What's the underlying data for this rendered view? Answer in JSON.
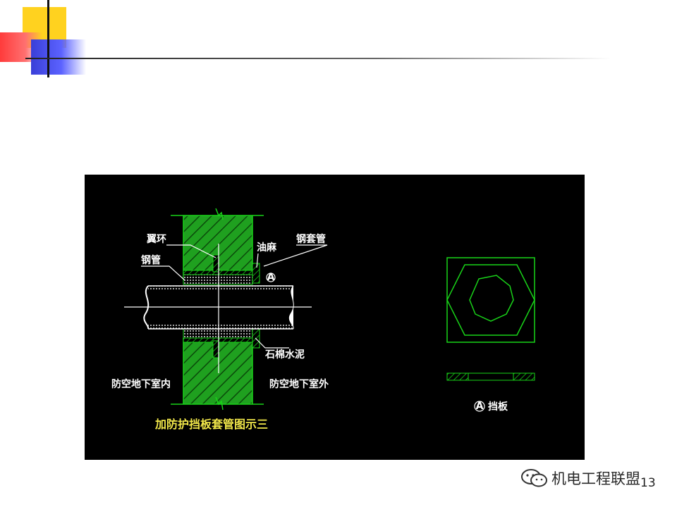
{
  "diagram": {
    "title": "加防护挡板套管图示三",
    "labels": {
      "wing_ring": "翼环",
      "steel_pipe": "钢管",
      "oakum": "油麻",
      "steel_sleeve": "钢套管",
      "asbestos_cement": "石棉水泥",
      "inside": "防空地下室内",
      "outside": "防空地下室外",
      "marker": "A",
      "baffle": "挡板"
    },
    "colors": {
      "background": "#000000",
      "lines": "#19d419",
      "text": "#ffffff",
      "title": "#f2e84a"
    }
  },
  "watermark": {
    "text": "机电工程联盟",
    "icon": "wechat-chat-icon"
  },
  "page_number": "13"
}
